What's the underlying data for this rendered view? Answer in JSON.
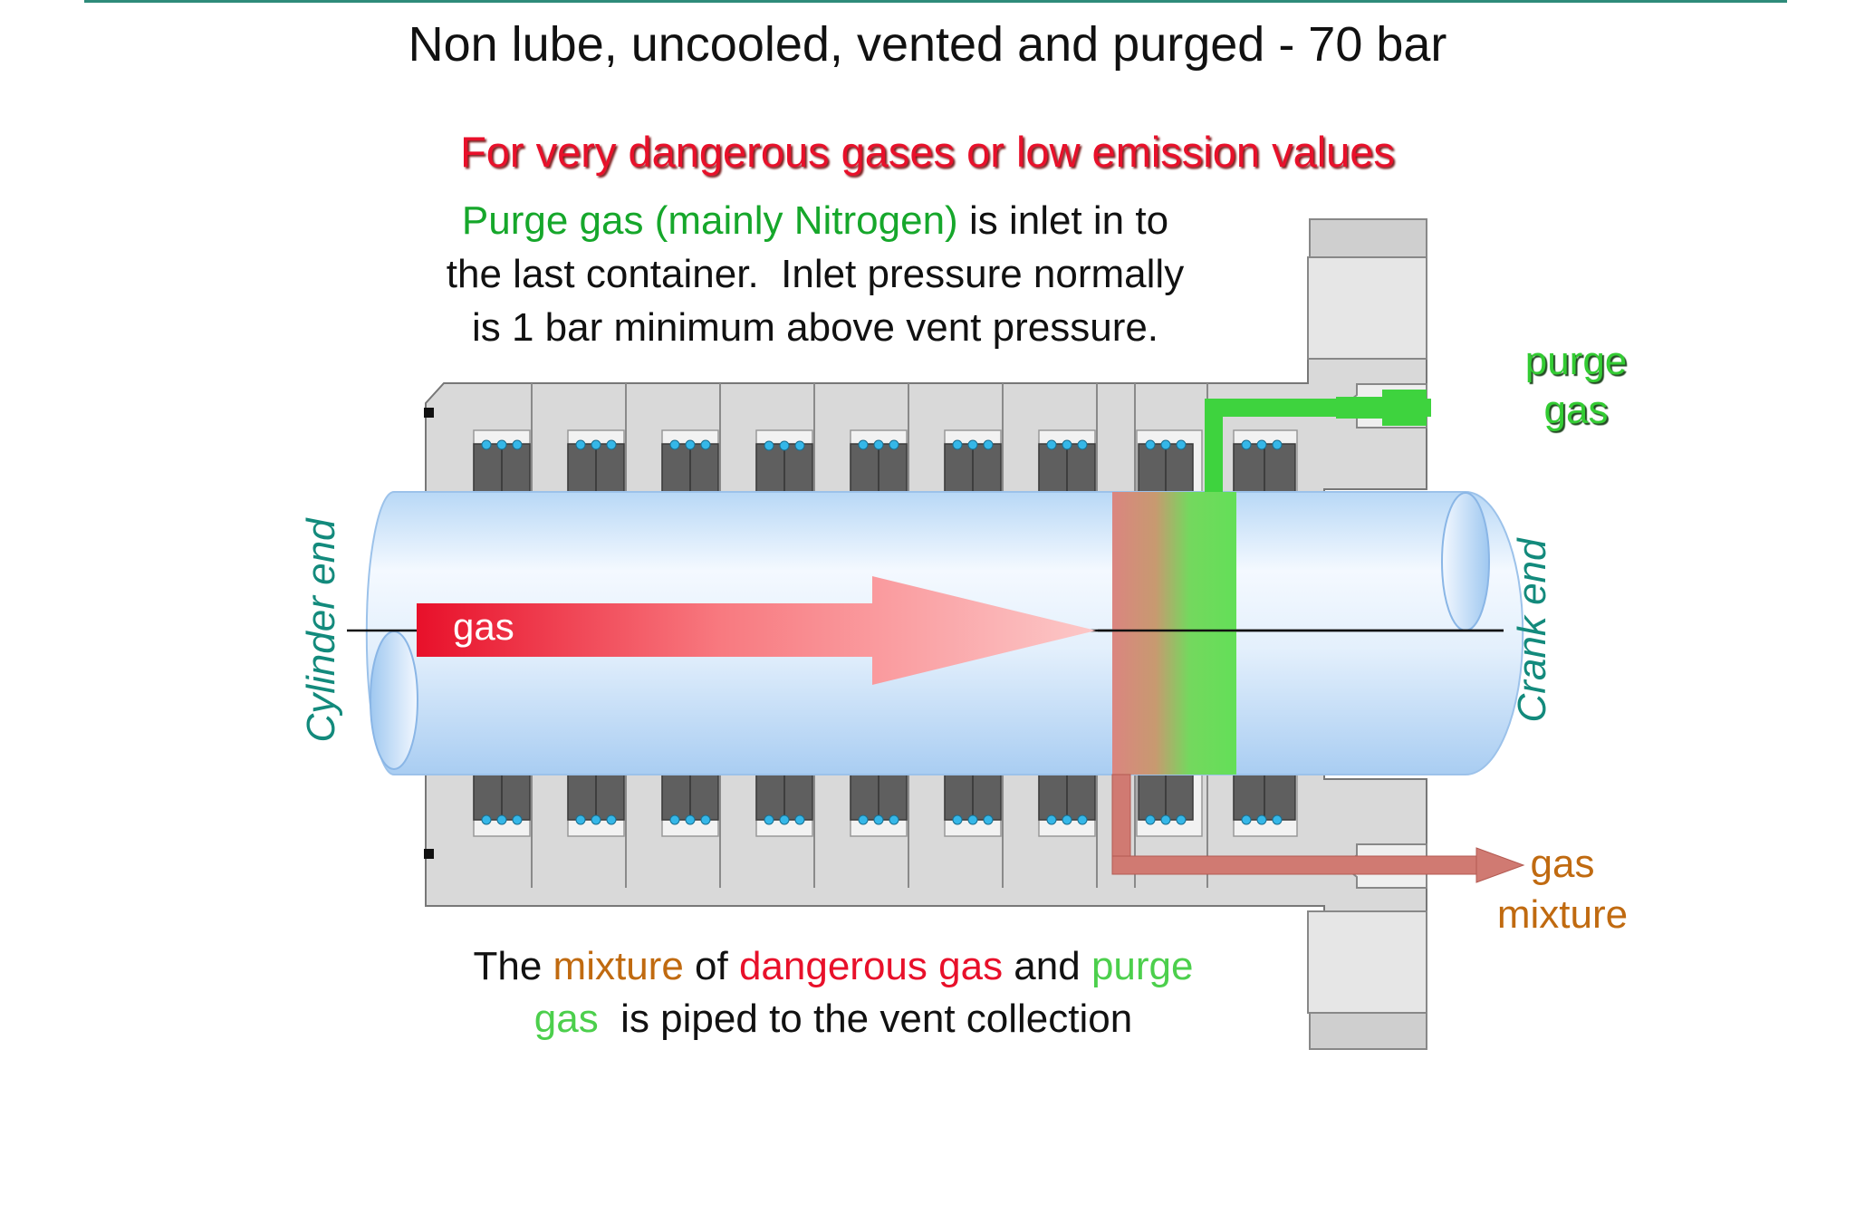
{
  "title": "Non lube, uncooled, vented and purged  - 70 bar",
  "subtitle": "For very dangerous gases or low emission values",
  "top_note": {
    "green_part": "Purge gas (mainly Nitrogen)",
    "rest_line1": " is inlet in to",
    "line2": "the last container.  Inlet pressure normally",
    "line3": "is 1 bar minimum above vent pressure."
  },
  "bottom_note": {
    "w1": "The ",
    "w2": "mixture",
    "w3": " of ",
    "w4": "dangerous gas",
    "w5": " and ",
    "w6": "purge",
    "w7": "gas",
    "w8": "  is piped to the vent collection"
  },
  "labels": {
    "purge_line1": "purge",
    "purge_line2": "gas",
    "mix_line1": "gas",
    "mix_line2": "mixture",
    "gas_arrow": "gas",
    "cylinder_end": "Cylinder end",
    "crank_end": "Crank end"
  },
  "colors": {
    "heading_red": "#e8102a",
    "purge_green": "#33cc33",
    "mixture_orange": "#c06a10",
    "side_label_teal": "#138a7c",
    "housing_gray": "#d6d6d6",
    "ring_dark": "#5f5f5f",
    "spring_blue": "#35b7e8",
    "vent_pipe": "#d07a72"
  }
}
